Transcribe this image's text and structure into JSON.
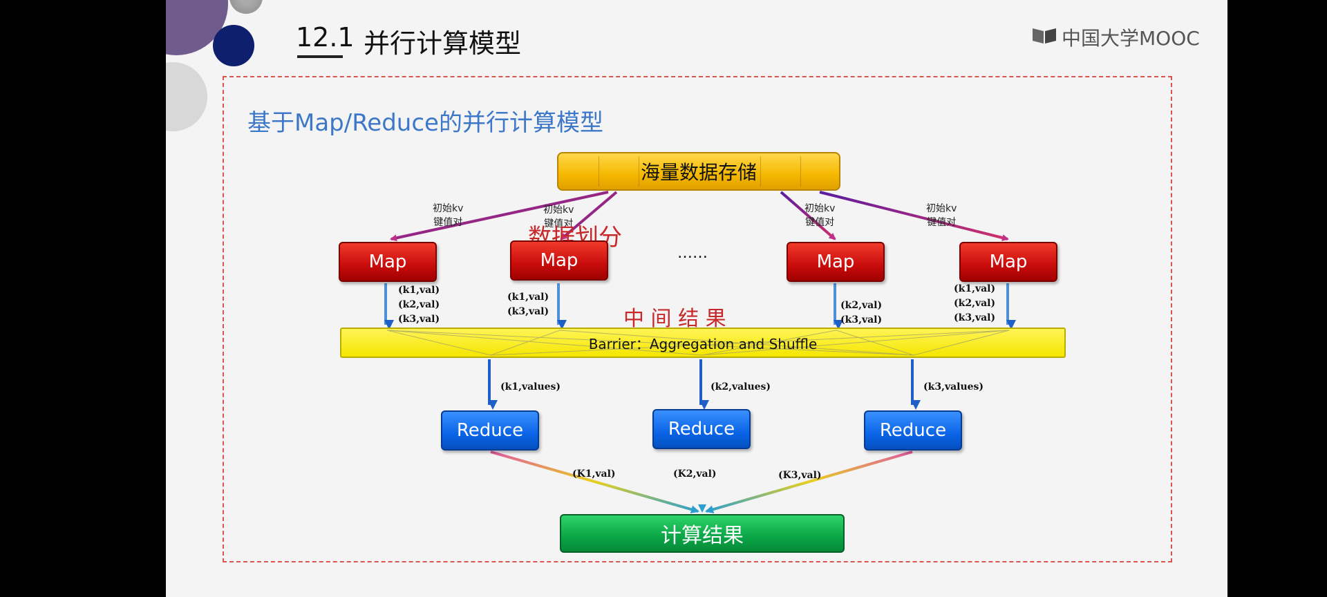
{
  "slide": {
    "section_number": "12.1",
    "section_title": "并行计算模型",
    "logo_text": "中国大学MOOC",
    "subtitle": "基于Map/Reduce的并行计算模型"
  },
  "diagram": {
    "storage_label": "海量数据存储",
    "partition_label": "数据划分",
    "ellipsis": "……",
    "intermediate_label": "中 间 结 果",
    "barrier_label": "Barrier：Aggregation and Shuffle",
    "result_label": "计算结果",
    "initial_kv_label": "初始kv\n键值对",
    "maps": [
      {
        "label": "Map",
        "pairs": "(k1,val)\n(k2,val)\n(k3,val)"
      },
      {
        "label": "Map",
        "pairs": "(k1,val)\n(k3,val)"
      },
      {
        "label": "Map",
        "pairs": "(k2,val)\n(k3,val)"
      },
      {
        "label": "Map",
        "pairs": "(k1,val)\n(k2,val)\n(k3,val)"
      }
    ],
    "reduces": [
      {
        "label": "Reduce",
        "input": "(k1,values)",
        "output": "(K1,val)"
      },
      {
        "label": "Reduce",
        "input": "(k2,values)",
        "output": "(K2,val)"
      },
      {
        "label": "Reduce",
        "input": "(k3,values)",
        "output": "(K3,val)"
      }
    ],
    "colors": {
      "storage": "#f5b800",
      "map": "#c80c0c",
      "barrier": "#f5e600",
      "reduce": "#0a64e6",
      "result": "#0aa546",
      "kv_arrow": "#7a1fa0",
      "down_arrow": "#4f8fd8"
    }
  }
}
